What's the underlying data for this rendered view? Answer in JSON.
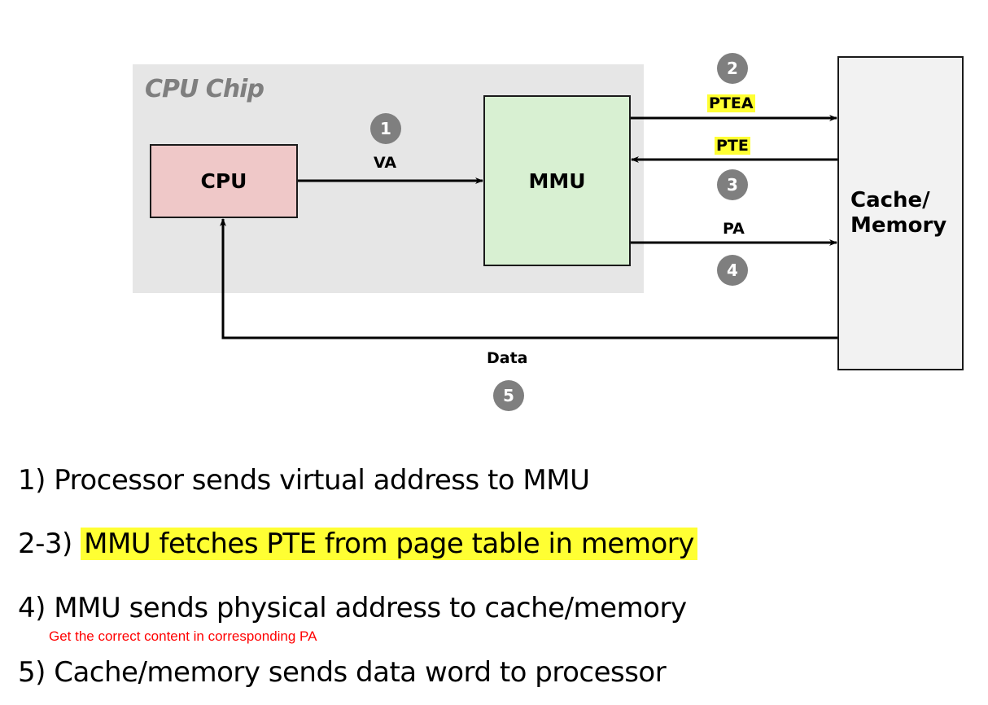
{
  "diagram": {
    "chip_label": "CPU Chip",
    "cpu_label": "CPU",
    "mmu_label": "MMU",
    "memory_label_line1": "Cache/",
    "memory_label_line2": "Memory",
    "arrows": [
      {
        "id": "va",
        "label": "VA",
        "step": "1",
        "from": "CPU",
        "to": "MMU",
        "highlighted": false
      },
      {
        "id": "ptea",
        "label": "PTEA",
        "step": "2",
        "from": "MMU",
        "to": "Cache/Memory",
        "highlighted": true
      },
      {
        "id": "pte",
        "label": "PTE",
        "step": "3",
        "from": "Cache/Memory",
        "to": "MMU",
        "highlighted": true
      },
      {
        "id": "pa",
        "label": "PA",
        "step": "4",
        "from": "MMU",
        "to": "Cache/Memory",
        "highlighted": false
      },
      {
        "id": "data",
        "label": "Data",
        "step": "5",
        "from": "Cache/Memory",
        "to": "CPU",
        "highlighted": false
      }
    ],
    "colors": {
      "chip_bg": "#e6e6e6",
      "cpu_fill": "#efc8c8",
      "mmu_fill": "#d8f0d2",
      "memory_fill": "#f2f2f2",
      "badge_fill": "#7f7f7f",
      "highlight": "#ffff33",
      "note_color": "#ff0000"
    }
  },
  "steps": [
    {
      "prefix": "1) ",
      "text": "Processor sends virtual address to MMU"
    },
    {
      "prefix": "2-3) ",
      "text": "MMU fetches PTE from page table in memory",
      "highlighted": true
    },
    {
      "prefix": "4) ",
      "text": "MMU sends physical address to cache/memory"
    },
    {
      "prefix": "5) ",
      "text": "Cache/memory sends data word to processor"
    }
  ],
  "note": "Get the correct content in corresponding PA"
}
